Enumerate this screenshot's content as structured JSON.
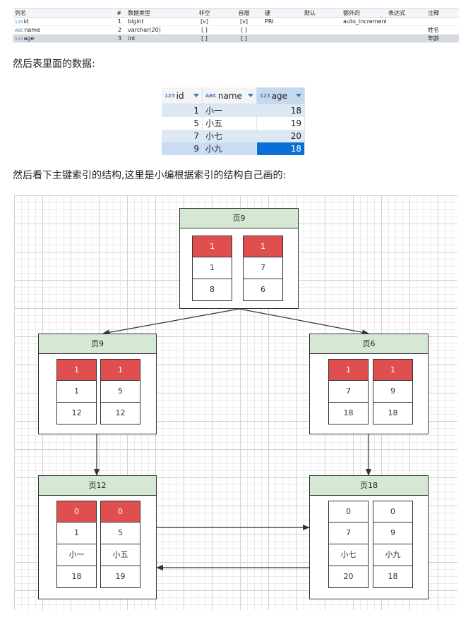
{
  "column_table": {
    "headers": [
      "列名",
      "#",
      "数据类型",
      "非空",
      "自增",
      "键",
      "默认",
      "额外的",
      "表达式",
      "注释"
    ],
    "rows": [
      {
        "type_icon": "123",
        "name": "id",
        "num": "1",
        "dtype": "bigint",
        "not_null": "[v]",
        "auto_inc": "[v]",
        "key": "PRI",
        "default": "",
        "extra": "auto_increment",
        "expr": "",
        "comment": ""
      },
      {
        "type_icon": "ABC",
        "name": "name",
        "num": "2",
        "dtype": "varchar(20)",
        "not_null": "[ ]",
        "auto_inc": "[ ]",
        "key": "",
        "default": "",
        "extra": "",
        "expr": "",
        "comment": "姓名"
      },
      {
        "type_icon": "123",
        "name": "age",
        "num": "3",
        "dtype": "int",
        "not_null": "[ ]",
        "auto_inc": "[ ]",
        "key": "",
        "default": "",
        "extra": "",
        "expr": "",
        "comment": "年龄"
      }
    ]
  },
  "captions": {
    "data_intro": "然后表里面的数据:",
    "index_intro": "然后看下主键索引的结构,这里是小编根据索引的结构自己画的:"
  },
  "data_grid": {
    "columns": [
      {
        "type_icon": "123",
        "label": "id"
      },
      {
        "type_icon": "ABC",
        "label": "name"
      },
      {
        "type_icon": "123",
        "label": "age"
      }
    ],
    "rows": [
      {
        "id": "1",
        "name": "小一",
        "age": "18"
      },
      {
        "id": "5",
        "name": "小五",
        "age": "19"
      },
      {
        "id": "7",
        "name": "小七",
        "age": "20"
      },
      {
        "id": "9",
        "name": "小九",
        "age": "18"
      }
    ]
  },
  "diagram": {
    "nodes": [
      {
        "id": "root",
        "title": "页9",
        "columns": [
          [
            "1",
            "1",
            "8"
          ],
          [
            "1",
            "7",
            "6"
          ]
        ]
      },
      {
        "id": "mid-left",
        "title": "页9",
        "columns": [
          [
            "1",
            "1",
            "12"
          ],
          [
            "1",
            "5",
            "12"
          ]
        ]
      },
      {
        "id": "mid-right",
        "title": "页6",
        "columns": [
          [
            "1",
            "7",
            "18"
          ],
          [
            "1",
            "9",
            "18"
          ]
        ]
      },
      {
        "id": "leaf-left",
        "title": "页12",
        "columns": [
          [
            "0",
            "1",
            "小一",
            "18"
          ],
          [
            "0",
            "5",
            "小五",
            "19"
          ]
        ]
      },
      {
        "id": "leaf-right",
        "title": "页18",
        "columns": [
          [
            "0",
            "7",
            "小七",
            "20"
          ],
          [
            "0",
            "9",
            "小九",
            "18"
          ]
        ]
      }
    ]
  },
  "colors": {
    "red_cell": "#e04f4f",
    "title_bar": "#d5e8d4",
    "selection": "#0a6fd6"
  }
}
